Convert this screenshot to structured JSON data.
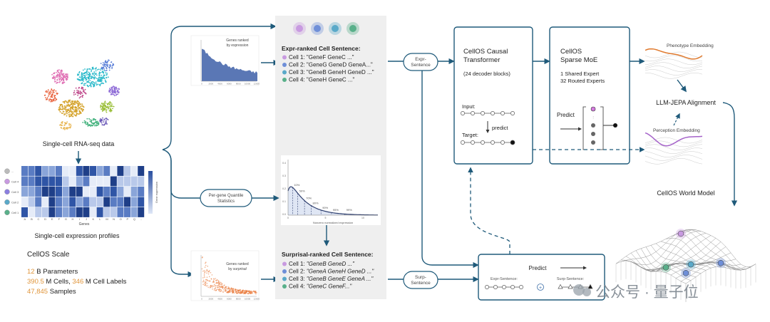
{
  "left": {
    "rnaseq_label": "Single-cell RNA-seq data",
    "profiles_label": "Single-cell expression profiles",
    "heatmap_rows": [
      "...",
      "Cell 4",
      "Cell 3",
      "Cell 2",
      "Cell 1"
    ],
    "heatmap_cols": [
      "A",
      "B",
      "C",
      "D",
      "E",
      "F",
      "G",
      "H",
      "I",
      "J",
      "K",
      "L",
      "M",
      "N",
      "O",
      "P",
      "Q",
      ".."
    ],
    "heatmap_xlabel": "Genes",
    "heatmap_colorbar_label": "Gene expression"
  },
  "scale": {
    "title": "CellOS Scale",
    "line1_num": "12",
    "line1_text": " B Parameters",
    "line2_num1": "390.5",
    "line2_text1": " M Cells, ",
    "line2_num2": "346",
    "line2_text2": " M Cell Labels",
    "line3_num": "47,845",
    "line3_text": " Samples",
    "accent": "#e0953a"
  },
  "expr_plot": {
    "title_line1": "Genes ranked",
    "title_line2": "by expression",
    "xticks": [
      "0",
      "2000",
      "4000",
      "6000",
      "8000",
      "10000",
      "12000"
    ]
  },
  "surp_plot": {
    "title_line1": "Genes ranked",
    "title_line2_prefix": "by ",
    "title_line2_ital": "surprisal",
    "xticks": [
      "0",
      "2000",
      "4000",
      "6000",
      "8000",
      "10000",
      "12000"
    ]
  },
  "quantile": {
    "label_line1": "Per-gene Quantile",
    "label_line2": "Statistics",
    "xlabel": "Nonzero normalized expression",
    "yticks": [
      "0.4",
      "0.3",
      "0.2",
      "0.1",
      "0.0"
    ],
    "xticks": [
      "0",
      "5",
      "10"
    ],
    "percent_labels": [
      "10%",
      "50%",
      "70%",
      "80%",
      "90%",
      "95%",
      "99%"
    ]
  },
  "expr_sentence": {
    "title": "Expr-ranked Cell Sentence:",
    "items": [
      {
        "cell": "Cell 1:",
        "text": " \"GeneF GeneC ...\"",
        "color": "#c89ae0"
      },
      {
        "cell": "Cell 2:",
        "text": " \"GeneG GeneD GeneA...\"",
        "color": "#6f8fd8"
      },
      {
        "cell": "Cell 3:",
        "text": " \"GeneB GeneH GeneD ...\"",
        "color": "#5aa9c9"
      },
      {
        "cell": "Cell 4:",
        "text": " \"GeneH GeneC ...\"",
        "color": "#59b08a"
      }
    ]
  },
  "surp_sentence": {
    "title": "Surprisal-ranked Cell Sentence:",
    "items": [
      {
        "cell": "Cell 1:",
        "text": " \"GeneB GeneD ...\"",
        "color": "#c89ae0"
      },
      {
        "cell": "Cell 2:",
        "text": " \"GeneA  GeneH GeneD ...\"",
        "color": "#6f8fd8"
      },
      {
        "cell": "Cell 3:",
        "text": " \"GeneB GeneE GeneA ...\"",
        "color": "#5aa9c9"
      },
      {
        "cell": "Cell 4:",
        "text": " \"GeneC GeneF...\"",
        "color": "#59b08a"
      }
    ]
  },
  "pills": {
    "expr_line1": "Expr-",
    "expr_line2": "Sentence",
    "surp_line1": "Surp-",
    "surp_line2": "Sentence"
  },
  "transformer": {
    "title_line1": "CellOS Causal",
    "title_line2": "Transformer",
    "subtitle": "(24 decoder blocks)",
    "input_label": "Input:",
    "target_label": "Target:",
    "predict_label": "predict"
  },
  "moe": {
    "title_line1": "CellOS",
    "title_line2": "Sparse MoE",
    "line1": "1 Shared Expert",
    "line2": "32 Routed Experts",
    "predict_label": "Predict"
  },
  "predict_box": {
    "title": "Predict",
    "expr_label": "Expr-Sentence:",
    "surp_label": "Surp-Sentence:"
  },
  "right": {
    "phenotype_label": "Phenotype Embedding",
    "perception_label": "Perception Embedding",
    "alignment_label": "LLM-JEPA Alignment",
    "world_model_label": "CellOS World Model"
  },
  "watermark": "公众号 · 量子位"
}
